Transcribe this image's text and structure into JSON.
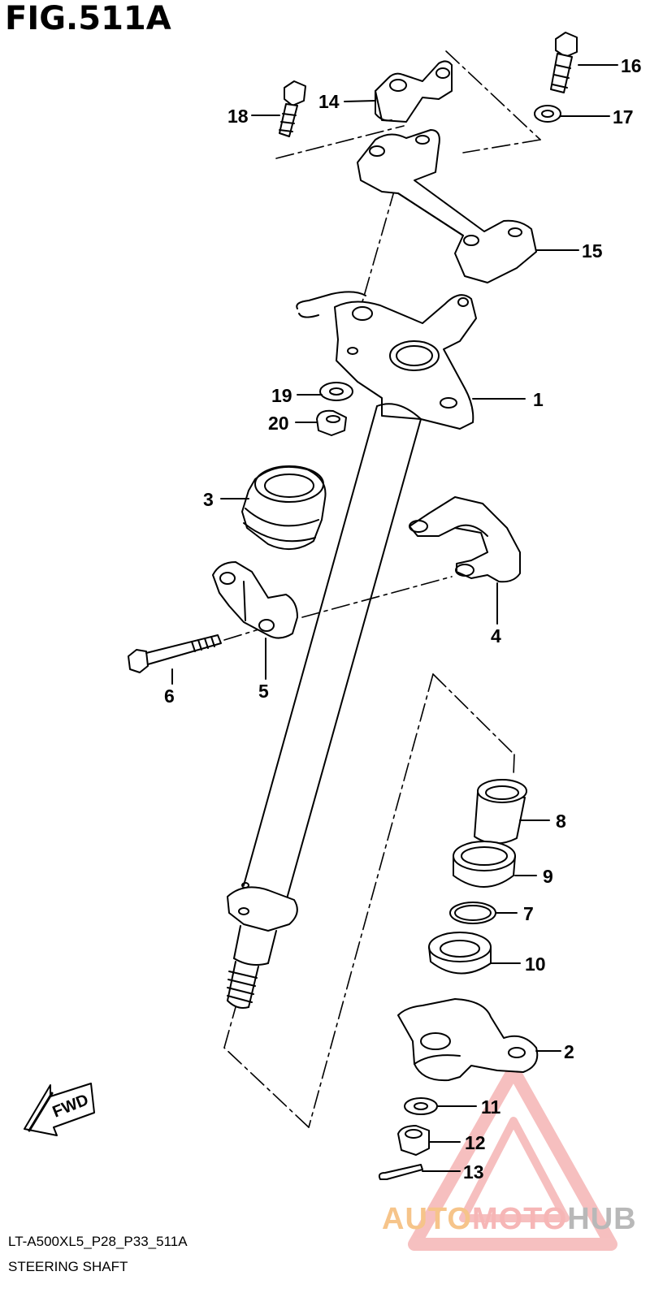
{
  "figure": {
    "title": "FIG.511A",
    "model_code": "LT-A500XL5_P28_P33_511A",
    "caption": "STEERING SHAFT"
  },
  "fwd_badge": "FWD",
  "callouts": [
    {
      "id": "c1",
      "label": "1"
    },
    {
      "id": "c2",
      "label": "2"
    },
    {
      "id": "c3",
      "label": "3"
    },
    {
      "id": "c4",
      "label": "4"
    },
    {
      "id": "c5",
      "label": "5"
    },
    {
      "id": "c6",
      "label": "6"
    },
    {
      "id": "c7",
      "label": "7"
    },
    {
      "id": "c8",
      "label": "8"
    },
    {
      "id": "c9",
      "label": "9"
    },
    {
      "id": "c10",
      "label": "10"
    },
    {
      "id": "c11",
      "label": "11"
    },
    {
      "id": "c12",
      "label": "12"
    },
    {
      "id": "c13",
      "label": "13"
    },
    {
      "id": "c14",
      "label": "14"
    },
    {
      "id": "c15",
      "label": "15"
    },
    {
      "id": "c16",
      "label": "16"
    },
    {
      "id": "c17",
      "label": "17"
    },
    {
      "id": "c18",
      "label": "18"
    },
    {
      "id": "c19",
      "label": "19"
    },
    {
      "id": "c20",
      "label": "20"
    }
  ],
  "watermark": {
    "part1": "AUTO",
    "part2": "MOTO",
    "part3": "HUB",
    "colors": {
      "orange": "#f6c48a",
      "red": "#f29a9a",
      "gray": "#b8b8b8"
    }
  },
  "colors": {
    "line": "#000000",
    "background": "#ffffff"
  }
}
